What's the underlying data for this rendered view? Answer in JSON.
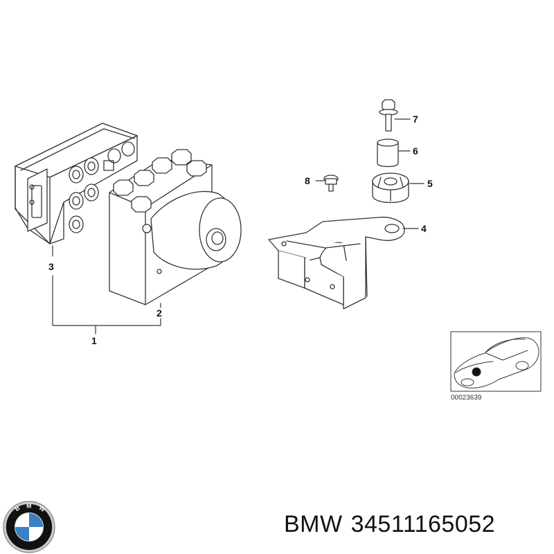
{
  "callouts": {
    "c1": "1",
    "c2": "2",
    "c3": "3",
    "c4": "4",
    "c5": "5",
    "c6": "6",
    "c7": "7",
    "c8": "8"
  },
  "thumbnail": {
    "ref_code": "00023639"
  },
  "caption": {
    "brand": "BMW",
    "part_number": "34511165052"
  },
  "logo": {
    "text": "BMW",
    "colors": {
      "blue": "#3b80c3",
      "white": "#ffffff",
      "ring": "#111111",
      "chrome": "#c8c8c8"
    }
  }
}
